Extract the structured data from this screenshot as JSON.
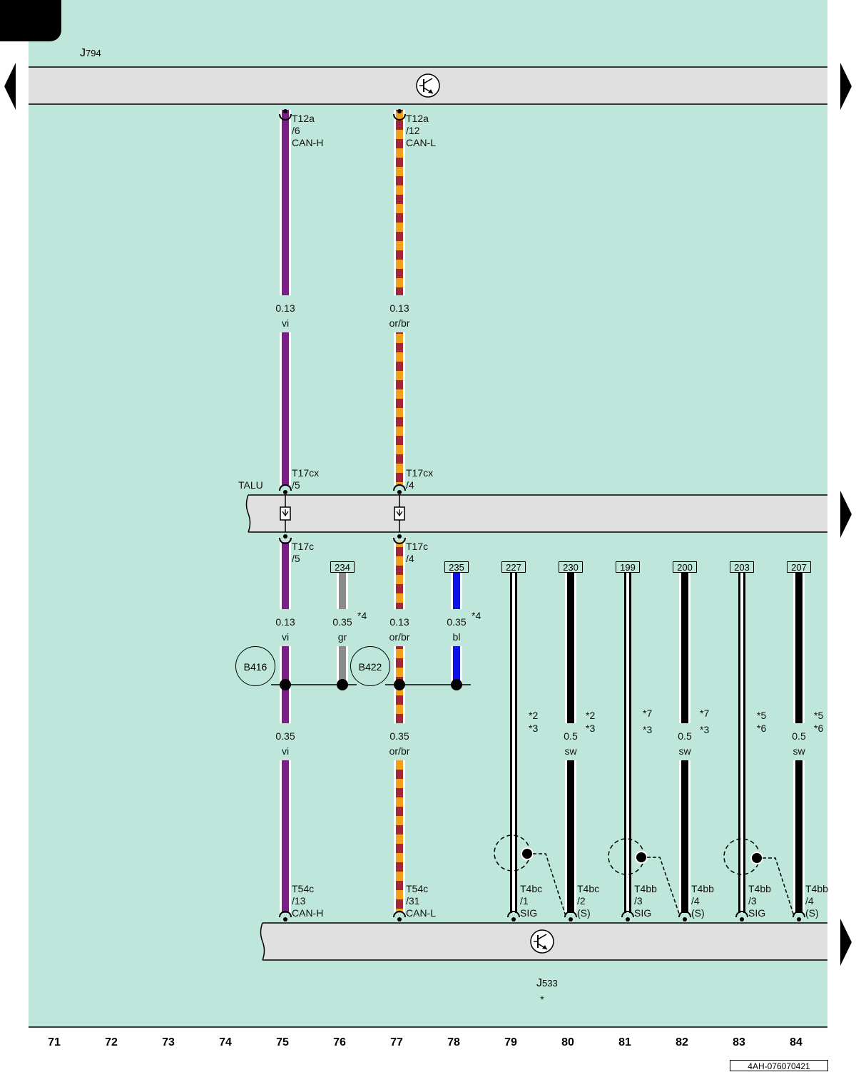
{
  "colors": {
    "background": "#bfe6da",
    "bar": "#e0e0e0",
    "violet": "#7a1f85",
    "orange": "#f2a11a",
    "brown": "#a3263a",
    "grey": "#8a8a8a",
    "blue": "#0f12e6",
    "black": "#000000"
  },
  "devices": {
    "top": {
      "letter": "J",
      "sub": "794"
    },
    "bottom": {
      "letter": "J",
      "sub": "533",
      "footnote": "*"
    },
    "middle": {
      "label": "TALU"
    }
  },
  "pins": {
    "t75_top": [
      "T12a",
      "/6",
      "CAN-H"
    ],
    "t77_top": [
      "T12a",
      "/12",
      "CAN-L"
    ],
    "t75_mid_up": [
      "T17cx",
      "/5"
    ],
    "t77_mid_up": [
      "T17cx",
      "/4"
    ],
    "t75_mid_dn": [
      "T17c",
      "/5"
    ],
    "t77_mid_dn": [
      "T17c",
      "/4"
    ],
    "b75": [
      "T54c",
      "/13",
      "CAN-H"
    ],
    "b77": [
      "T54c",
      "/31",
      "CAN-L"
    ],
    "b79": [
      "T4bc",
      "/1",
      "SIG"
    ],
    "b80": [
      "T4bc",
      "/2",
      "(S)"
    ],
    "b81": [
      "T4bb",
      "/3",
      "SIG"
    ],
    "b82": [
      "T4bb",
      "/4",
      "(S)"
    ],
    "b83": [
      "T4bb",
      "/3",
      "SIG"
    ],
    "b84": [
      "T4bb",
      "/4",
      "(S)"
    ]
  },
  "wires": {
    "w75a": [
      "0.13",
      "vi"
    ],
    "w77a": [
      "0.13",
      "or/br"
    ],
    "w75b": [
      "0.13",
      "vi"
    ],
    "w76b": [
      "0.35",
      "gr"
    ],
    "w77b": [
      "0.13",
      "or/br"
    ],
    "w78b": [
      "0.35",
      "bl"
    ],
    "w75c": [
      "0.35",
      "vi"
    ],
    "w77c": [
      "0.35",
      "or/br"
    ],
    "w80": [
      "0.5",
      "sw"
    ],
    "w82": [
      "0.5",
      "sw"
    ],
    "w84": [
      "0.5",
      "sw"
    ]
  },
  "footnotes": {
    "n76": "*4",
    "n78": "*4",
    "n79": [
      "*2",
      "*3"
    ],
    "n80": [
      "*2",
      "*3"
    ],
    "n81": [
      "*7",
      "*3"
    ],
    "n82": [
      "*7",
      "*3"
    ],
    "n83": [
      "*5",
      "*6"
    ],
    "n84": [
      "*5",
      "*6"
    ]
  },
  "refs": {
    "r76": "234",
    "r78": "235",
    "r79": "227",
    "r80": "230",
    "r81": "199",
    "r82": "200",
    "r83": "203",
    "r84": "207"
  },
  "splices": {
    "s1": "B416",
    "s2": "B422"
  },
  "columns": [
    "71",
    "72",
    "73",
    "74",
    "75",
    "76",
    "77",
    "78",
    "79",
    "80",
    "81",
    "82",
    "83",
    "84"
  ],
  "doc_id": "4AH-076070421"
}
